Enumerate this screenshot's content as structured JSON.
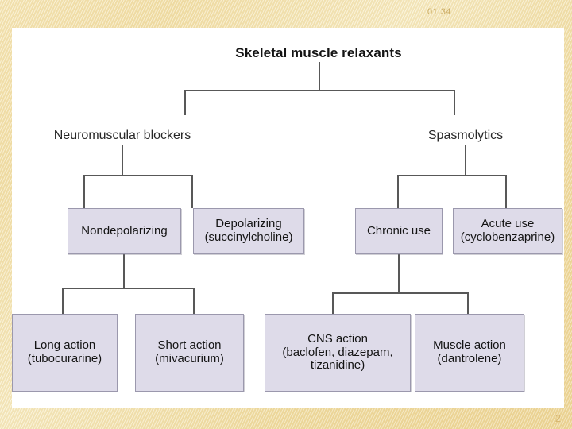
{
  "slide": {
    "timestamp": "01:34",
    "page_number": "2",
    "accent_frame_color": "#f0ddA4",
    "box_fill_color": "#dedbe9",
    "box_border_color": "#9b98ad",
    "connector_color": "#585858",
    "canvas_color": "#ffffff"
  },
  "diagram": {
    "type": "tree",
    "title": "Skeletal muscle relaxants",
    "nodes": [
      {
        "id": "root",
        "label": "Skeletal muscle relaxants",
        "level": 1,
        "style": "plain"
      },
      {
        "id": "nm-blockers",
        "label": "Neuromuscular blockers",
        "level": 2,
        "style": "plain"
      },
      {
        "id": "spasmolytics",
        "label": "Spasmolytics",
        "level": 2,
        "style": "plain"
      },
      {
        "id": "nondepolarizing",
        "label": "Nondepolarizing",
        "level": 3,
        "style": "boxed"
      },
      {
        "id": "depolarizing",
        "label": "Depolarizing\n(succinylcholine)",
        "level": 3,
        "style": "boxed"
      },
      {
        "id": "chronic-use",
        "label": "Chronic use",
        "level": 3,
        "style": "boxed"
      },
      {
        "id": "acute-use",
        "label": "Acute use\n(cyclobenzaprine)",
        "level": 3,
        "style": "boxed"
      },
      {
        "id": "long-action",
        "label": "Long action\n(tubocurarine)",
        "level": 4,
        "style": "boxed"
      },
      {
        "id": "short-action",
        "label": "Short action\n(mivacurium)",
        "level": 4,
        "style": "boxed"
      },
      {
        "id": "cns-action",
        "label": "CNS action\n(baclofen, diazepam,\ntizanidine)",
        "level": 4,
        "style": "boxed"
      },
      {
        "id": "muscle-action",
        "label": "Muscle action\n(dantrolene)",
        "level": 4,
        "style": "boxed"
      }
    ],
    "edges": [
      {
        "from": "root",
        "to": "nm-blockers"
      },
      {
        "from": "root",
        "to": "spasmolytics"
      },
      {
        "from": "nm-blockers",
        "to": "nondepolarizing"
      },
      {
        "from": "nm-blockers",
        "to": "depolarizing"
      },
      {
        "from": "spasmolytics",
        "to": "chronic-use"
      },
      {
        "from": "spasmolytics",
        "to": "acute-use"
      },
      {
        "from": "nondepolarizing",
        "to": "long-action"
      },
      {
        "from": "nondepolarizing",
        "to": "short-action"
      },
      {
        "from": "chronic-use",
        "to": "cns-action"
      },
      {
        "from": "chronic-use",
        "to": "muscle-action"
      }
    ]
  }
}
